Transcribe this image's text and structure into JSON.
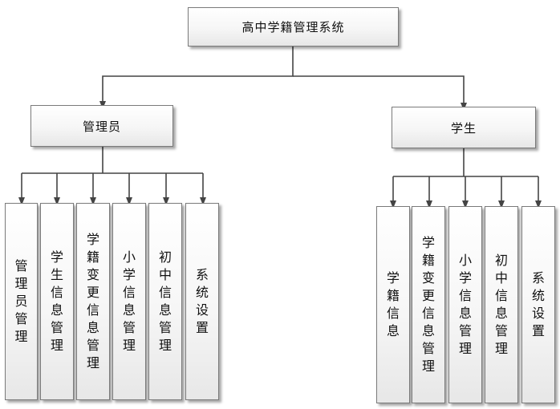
{
  "root": {
    "label": "高中学籍管理系统"
  },
  "admin": {
    "label": "管理员",
    "children": [
      "管理员管理",
      "学生信息管理",
      "学籍变更信息管理",
      "小学信息管理",
      "初中信息管理",
      "系统设置"
    ]
  },
  "student": {
    "label": "学生",
    "children": [
      "学籍信息",
      "学籍变更信息管理",
      "小学信息管理",
      "初中信息管理",
      "系统设置"
    ]
  },
  "colors": {
    "line": "#444444",
    "border": "#7a7a7a"
  }
}
